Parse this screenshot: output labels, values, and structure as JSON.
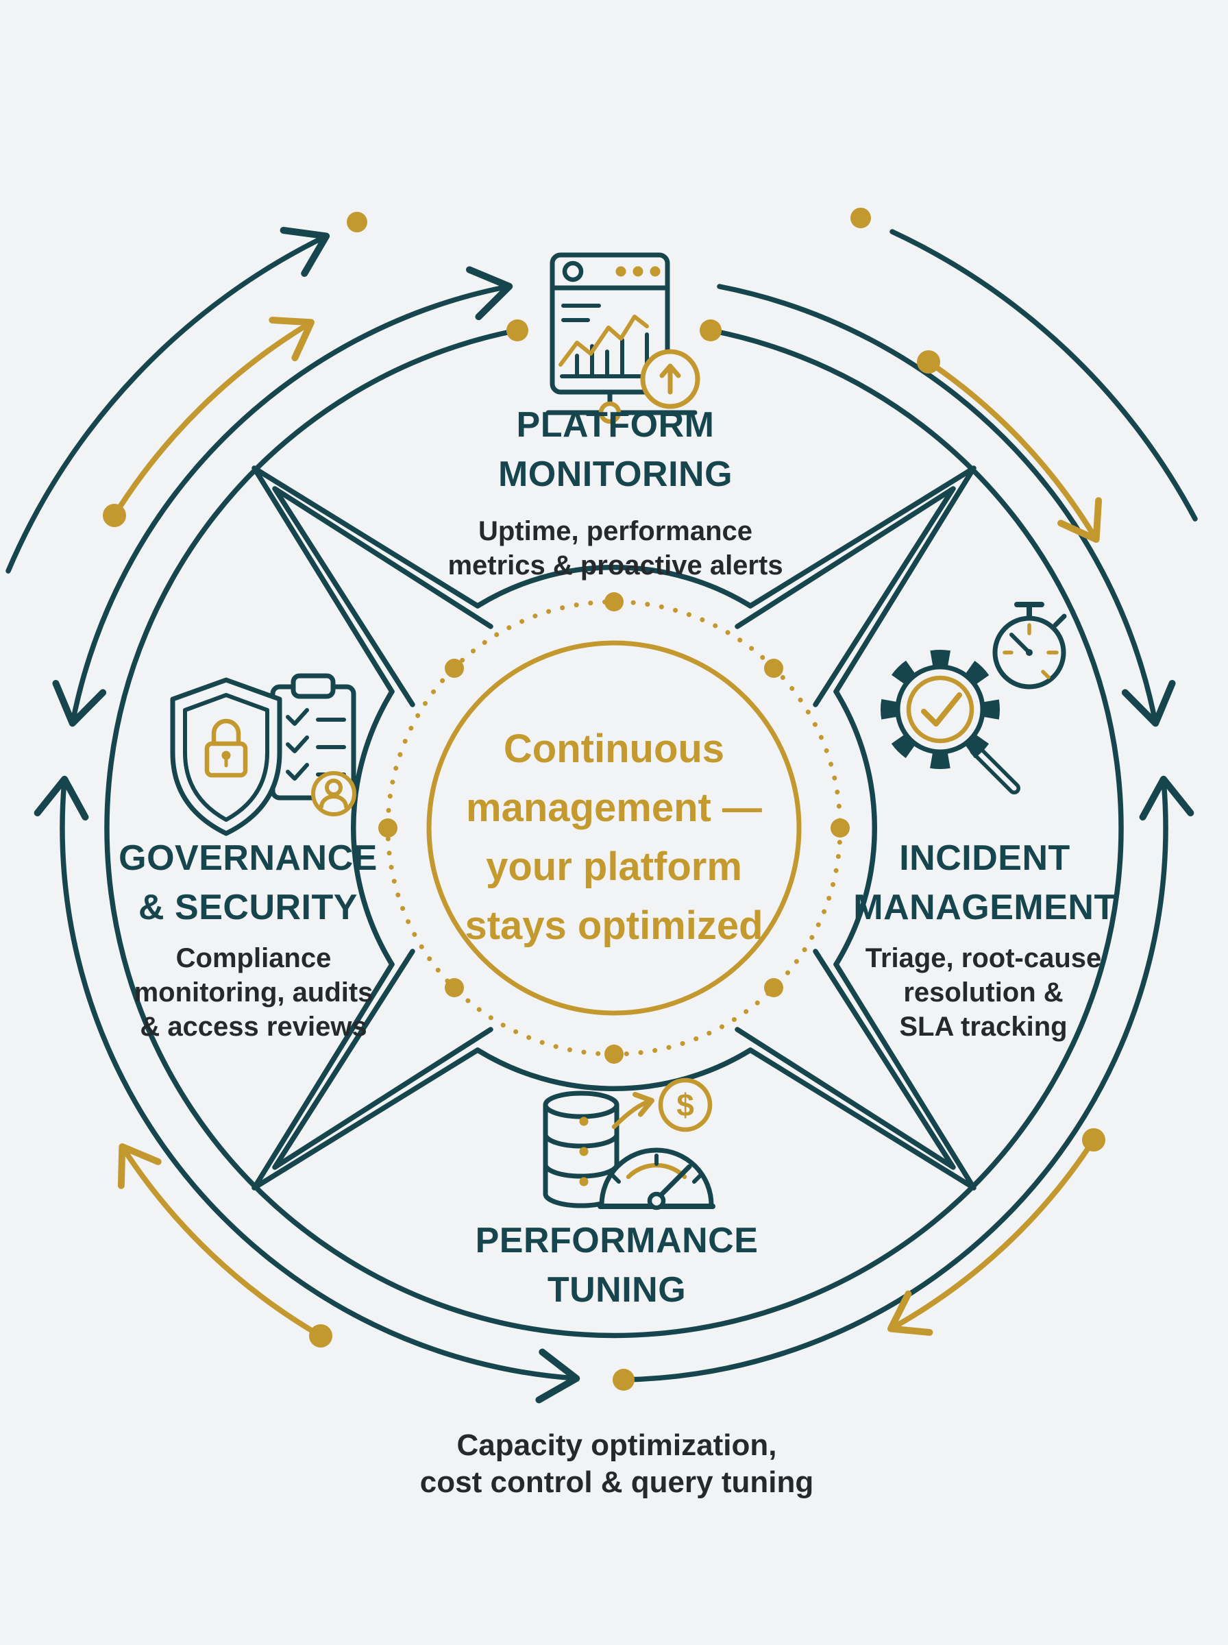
{
  "colors": {
    "background": "#f1f3f4",
    "teal": "#17454d",
    "gold": "#c3982f",
    "center_gold_text": "#c49a2e",
    "subtitle_text": "#26292b"
  },
  "center_text": {
    "lines": [
      "Continuous",
      "management —",
      "your platform",
      "stays optimized"
    ]
  },
  "coin_symbol": "$",
  "sections": {
    "top": {
      "name": "Platform Monitoring",
      "icon": "dashboard-uptime-icon",
      "title_lines": [
        "PLATFORM",
        "MONITORING"
      ],
      "subtitle_lines": [
        "Uptime, performance",
        "metrics & proactive alerts"
      ]
    },
    "right": {
      "name": "Incident Management",
      "icon": "gear-check-stopwatch-magnifier-icon",
      "title_lines": [
        "INCIDENT",
        "MANAGEMENT"
      ],
      "subtitle_lines": [
        "Triage, root-cause",
        "resolution &",
        "SLA tracking"
      ]
    },
    "bottom": {
      "name": "Performance Tuning",
      "icon": "database-dollar-gauge-icon",
      "title_lines": [
        "PERFORMANCE",
        "TUNING"
      ],
      "subtitle_lines": [
        "Capacity optimization,",
        "cost control & query tuning"
      ]
    },
    "left": {
      "name": "Governance & Security",
      "icon": "shield-lock-clipboard-icon",
      "title_lines": [
        "GOVERNANCE",
        "& SECURITY"
      ],
      "subtitle_lines": [
        "Compliance",
        "monitoring, audits",
        "& access reviews"
      ]
    }
  }
}
